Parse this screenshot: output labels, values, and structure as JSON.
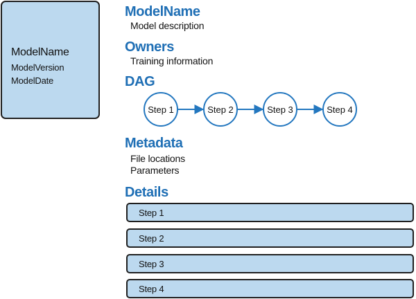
{
  "model_card": {
    "name": "ModelName",
    "version": "ModelVersion",
    "date": "ModelDate"
  },
  "sections": {
    "model": {
      "title": "ModelName",
      "description": "Model description"
    },
    "owners": {
      "title": "Owners",
      "description": "Training information"
    },
    "dag": {
      "title": "DAG",
      "nodes": [
        "Step 1",
        "Step 2",
        "Step 3",
        "Step 4"
      ]
    },
    "metadata": {
      "title": "Metadata",
      "items": [
        "File locations",
        "Parameters"
      ]
    },
    "details": {
      "title": "Details",
      "steps": [
        "Step 1",
        "Step 2",
        "Step 3",
        "Step 4"
      ]
    }
  },
  "colors": {
    "heading": "#1f6fb5",
    "accent": "#2377bf",
    "box_fill": "#bcd9ef",
    "box_border": "#1f1f1f"
  }
}
